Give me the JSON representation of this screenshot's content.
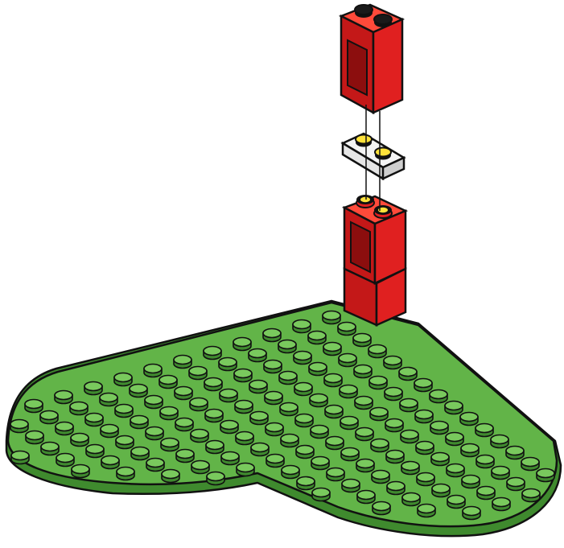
{
  "illustration": {
    "kind": "brick building instruction step",
    "parts": [
      {
        "name": "red-window-brick-upper",
        "color": "#e02020"
      },
      {
        "name": "white-plate-1x2",
        "color": "#f4f4f4"
      },
      {
        "name": "red-window-brick-lower",
        "color": "#e02020"
      },
      {
        "name": "red-brick-base",
        "color": "#e02020"
      },
      {
        "name": "green-heart-baseplate",
        "color": "#62b448"
      }
    ],
    "colors": {
      "red": "#e02020",
      "red_dark": "#a61010",
      "red_light": "#ff4a3a",
      "white": "#f4f4f4",
      "white_shade": "#cfcfcf",
      "yellow": "#ffe23a",
      "green": "#62b448",
      "green_light": "#79c95d",
      "green_dark": "#3f8a2e",
      "outline": "#111111"
    }
  }
}
